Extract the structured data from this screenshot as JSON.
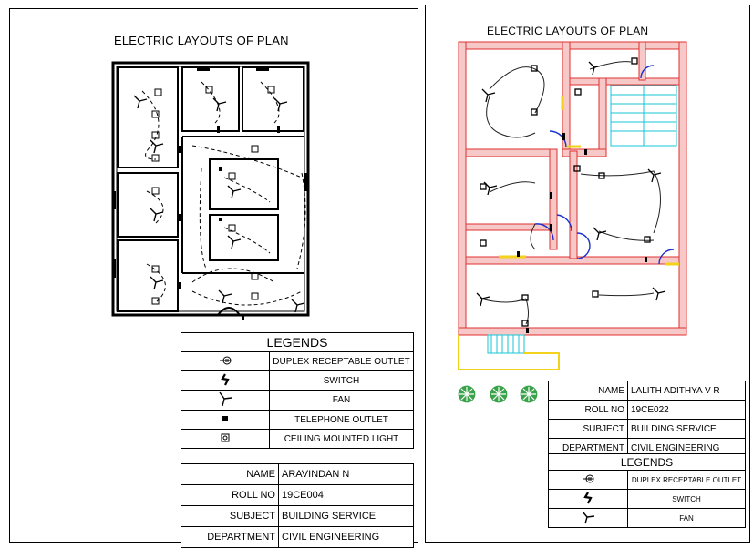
{
  "left_sheet": {
    "title": "ELECTRIC LAYOUTS OF PLAN",
    "legend": {
      "heading": "LEGENDS",
      "items": [
        {
          "symbol": "duplex-outlet-icon",
          "label": "DUPLEX RECEPTABLE OUTLET"
        },
        {
          "symbol": "switch-icon",
          "label": "SWITCH"
        },
        {
          "symbol": "fan-icon",
          "label": "FAN"
        },
        {
          "symbol": "telephone-outlet-icon",
          "label": "TELEPHONE OUTLET"
        },
        {
          "symbol": "ceiling-light-icon",
          "label": "CEILING MOUNTED LIGHT"
        }
      ]
    },
    "info": [
      {
        "key": "NAME",
        "value": "ARAVINDAN N"
      },
      {
        "key": "ROLL NO",
        "value": "19CE004"
      },
      {
        "key": "SUBJECT",
        "value": "BUILDING SERVICE"
      },
      {
        "key": "DEPARTMENT",
        "value": "CIVIL ENGINEERING"
      }
    ]
  },
  "right_sheet": {
    "title": "ELECTRIC LAYOUTS OF PLAN",
    "info": [
      {
        "key": "NAME",
        "value": "LALITH ADITHYA V R"
      },
      {
        "key": "ROLL NO",
        "value": "19CE022"
      },
      {
        "key": "SUBJECT",
        "value": "BUILDING SERVICE"
      },
      {
        "key": "DEPARTMENT",
        "value": "CIVIL ENGINEERING"
      }
    ],
    "legend": {
      "heading": "LEGENDS",
      "items": [
        {
          "symbol": "duplex-outlet-icon",
          "label": "DUPLEX RECEPTABLE OUTLET"
        },
        {
          "symbol": "switch-icon",
          "label": "SWITCH"
        },
        {
          "symbol": "fan-icon",
          "label": "FAN"
        }
      ]
    }
  },
  "colors": {
    "wall_red": "#e03030",
    "wall_fill": "#f6c8c8",
    "door_blue": "#1a2fd0",
    "stair_cyan": "#19c6d6",
    "tree_green": "#3aa24a",
    "window_yellow": "#f2d21a"
  }
}
